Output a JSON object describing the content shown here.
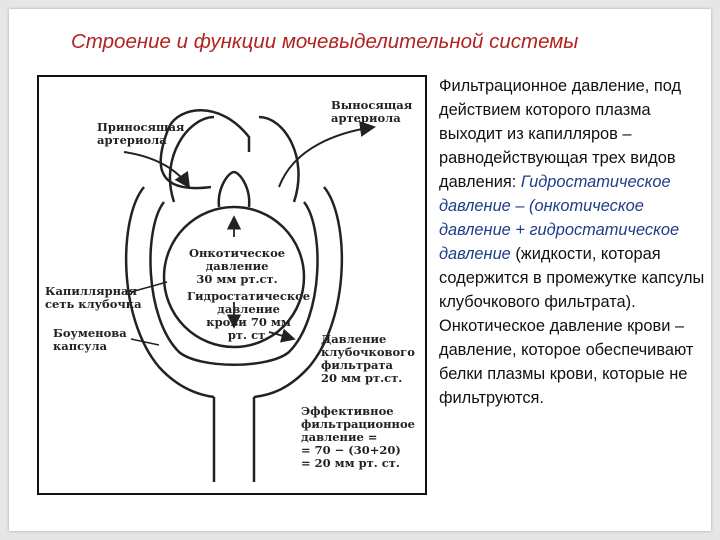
{
  "title": "Строение и функции мочевыделительной системы",
  "diagram": {
    "labels": {
      "afferent": "Приносящая\nартериола",
      "efferent": "Выносящая\nартериола",
      "capillary_net": "Капиллярная\nсеть клубочка",
      "bowman": "Боуменова\nкапсула",
      "oncotic": "Онкотическое\nдавление\n30 мм рт.ст.",
      "hydrostatic": "Гидростатическое\nдавление\nкрови 70 мм\nрт. ст.",
      "filtrate": "Давление\nклубочкового\nфильтрата\n20 мм рт.ст.",
      "effective": "Эффективное\nфильтрационное\nдавление =\n= 70 − (30+20)\n= 20 мм рт. ст."
    }
  },
  "text": {
    "p1": "Фильтрационное давление, под действием которого плазма выходит из капилляров – равнодействующая трех видов давления: ",
    "it1": "Гидростатическое давление – (онкотическое давление + гидростатическое давление",
    "p2": " (жидкости, которая содержится в промежутке капсулы клубочкового фильтрата). Онкотическое давление крови – давление, которое обеспечивают белки плазмы крови, которые не фильтруются."
  },
  "colors": {
    "title": "#b0231f",
    "italic": "#1f3c88"
  }
}
